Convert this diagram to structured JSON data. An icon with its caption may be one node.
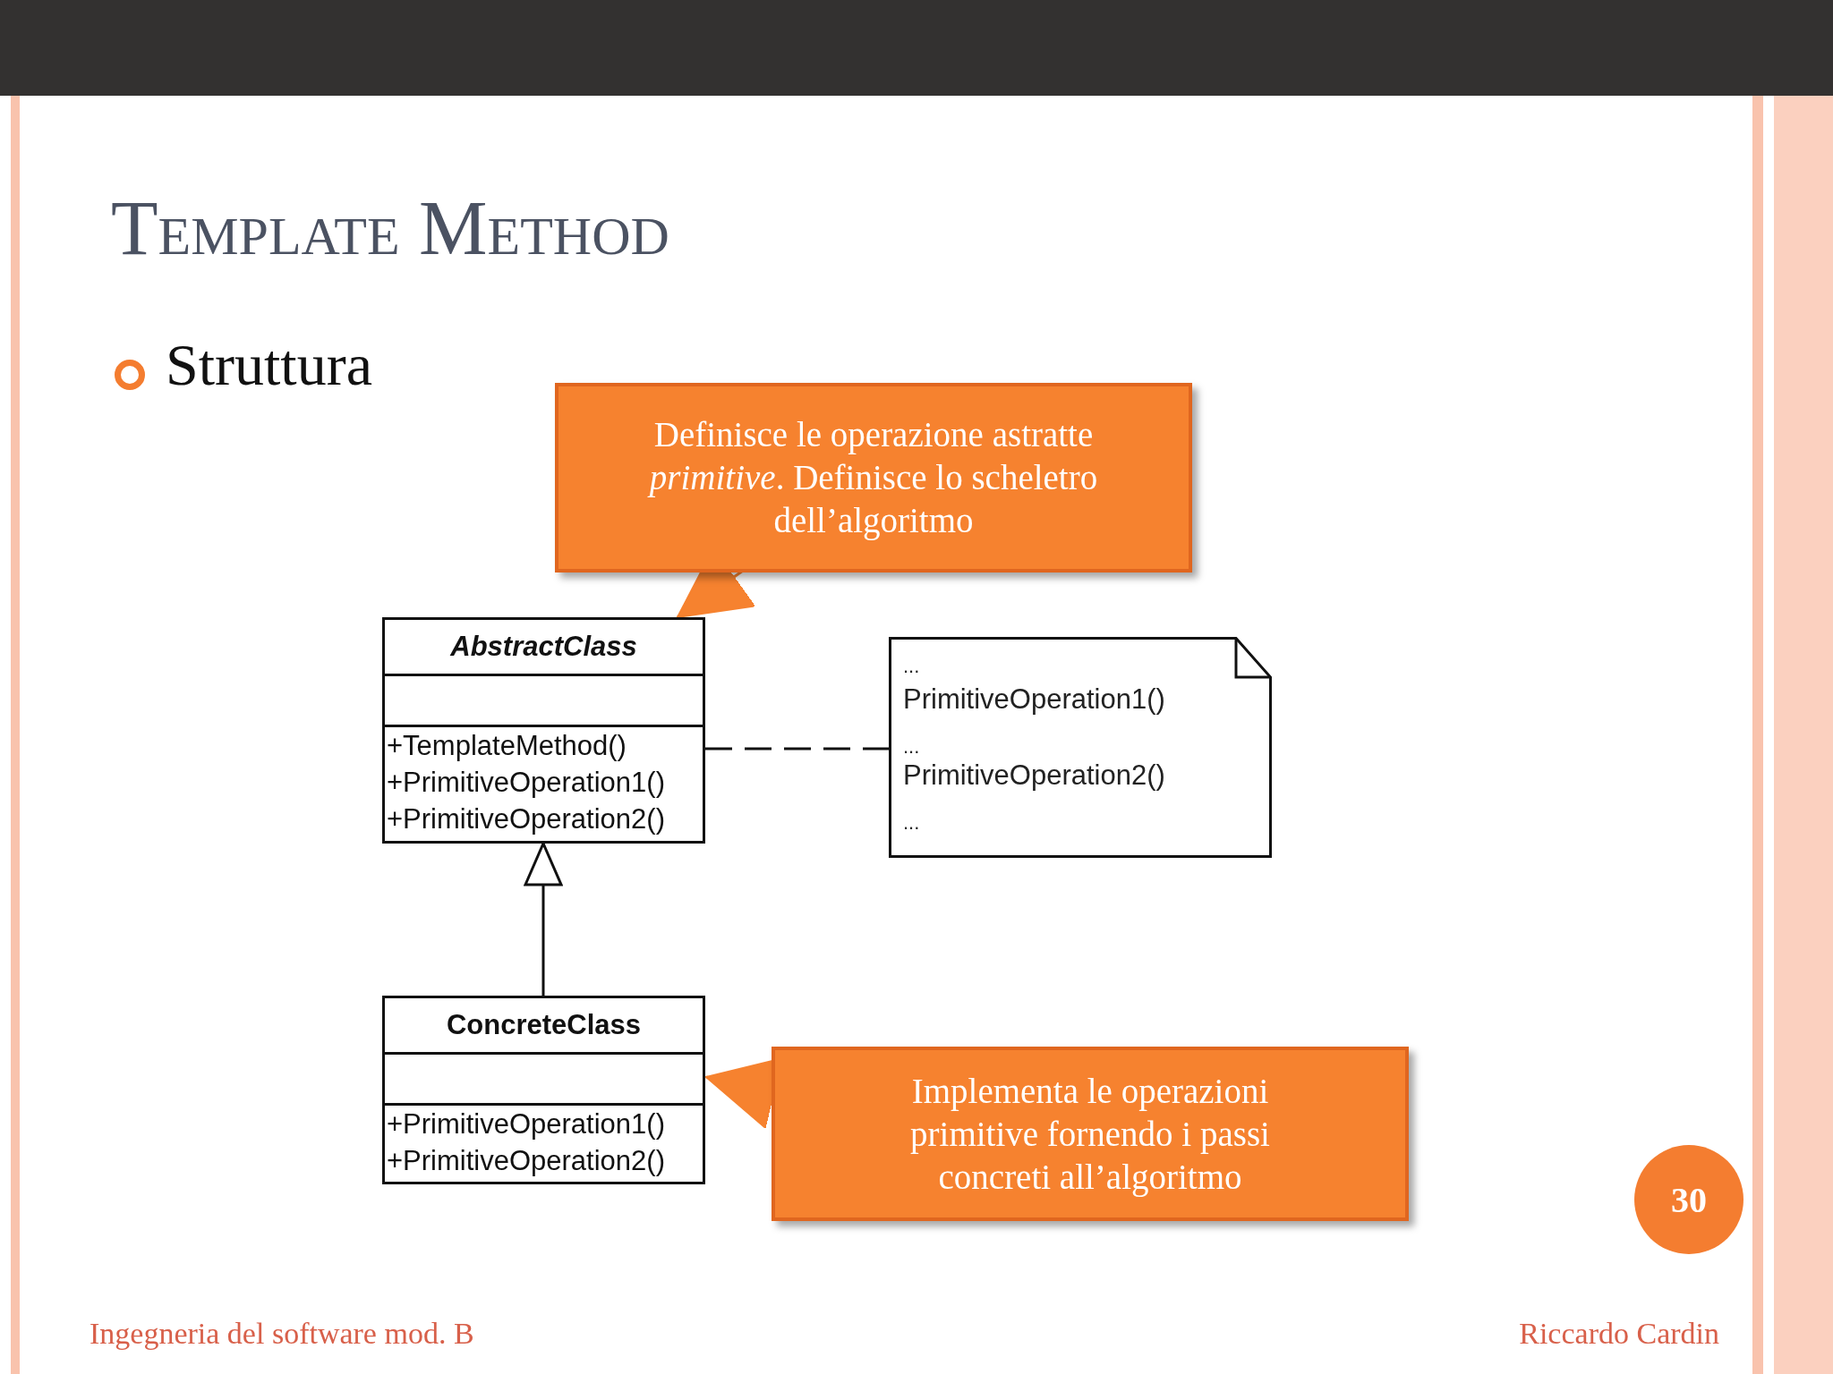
{
  "diagram": {
    "title": "Template Method",
    "nodes": [
      {
        "text": [
          "AbstractClass",
          "+TemplateMethod()",
          "+PrimitiveOperation1()",
          "+PrimitiveOperation2()"
        ]
      },
      {
        "text": [
          "...",
          "PrimitiveOperation1()",
          "...",
          "PrimitiveOperation2()",
          "..."
        ]
      },
      {
        "text": [
          "ConcreteClass",
          "+PrimitiveOperation1()",
          "+PrimitiveOperation2()"
        ]
      },
      {
        "text": [
          "Definisce le operazione astratte *primitive*. Definisce lo scheletro dell’algoritmo"
        ]
      },
      {
        "text": [
          "Implementa le operazioni primitive fornendo i passi concreti all’algoritmo"
        ]
      }
    ],
    "edges": [
      {
        "from": 0,
        "to": 1,
        "arrow": "none",
        "style": "dashed"
      },
      {
        "from": 2,
        "to": 0,
        "arrow": "to"
      },
      {
        "from": 3,
        "to": 0,
        "arrow": "to",
        "color": "#f6822f"
      },
      {
        "from": 4,
        "to": 2,
        "arrow": "to",
        "color": "#f6822f"
      }
    ],
    "labels": [
      "Struttura",
      "30",
      "Ingegneria del software mod. B",
      "Riccardo Cardin"
    ]
  }
}
